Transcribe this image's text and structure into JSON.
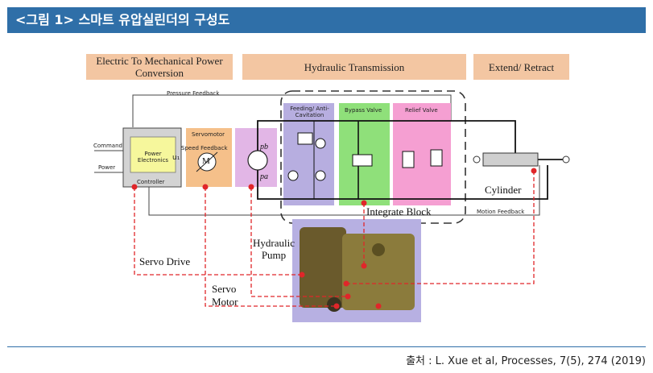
{
  "header": {
    "title": "<그림 1> 스마트 유압실린더의 구성도"
  },
  "sections": {
    "conversion": "Electric To Mechanical Power Conversion",
    "transmission": "Hydraulic Transmission",
    "extend": "Extend/ Retract"
  },
  "signals": {
    "pressure_feedback": "Pressure Feedback",
    "command": "Command",
    "power": "Power",
    "speed_feedback": "Speed Feedback",
    "motion_feedback": "Motion Feedback"
  },
  "blocks": {
    "power_electronics": "Power Electronics",
    "controller": "Controller",
    "servomotor": "Servomotor",
    "motor_symbol": "M",
    "u1": "u₁",
    "pb": "pb",
    "pa": "pa",
    "feeding": "Feeding/ Anti-Cavitation",
    "bypass": "Bypass Valve",
    "relief": "Relief Valve",
    "cylinder": "Cylinder",
    "integrate_block": "Integrate Block"
  },
  "callouts": {
    "servo_drive": "Servo Drive",
    "hydraulic_pump": "Hydraulic Pump",
    "servo_motor": "Servo Motor"
  },
  "colors": {
    "header": "#2f6fa8",
    "tag": "#f3c6a2",
    "servomotor": "#f5c08a",
    "pump": "#e2b6e6",
    "feeding": "#b7aee0",
    "bypass": "#8fe07a",
    "relief": "#f59fd2",
    "leader": "#e0262a"
  },
  "source": "출처 : L. Xue et al, Processes, 7(5), 274 (2019)"
}
